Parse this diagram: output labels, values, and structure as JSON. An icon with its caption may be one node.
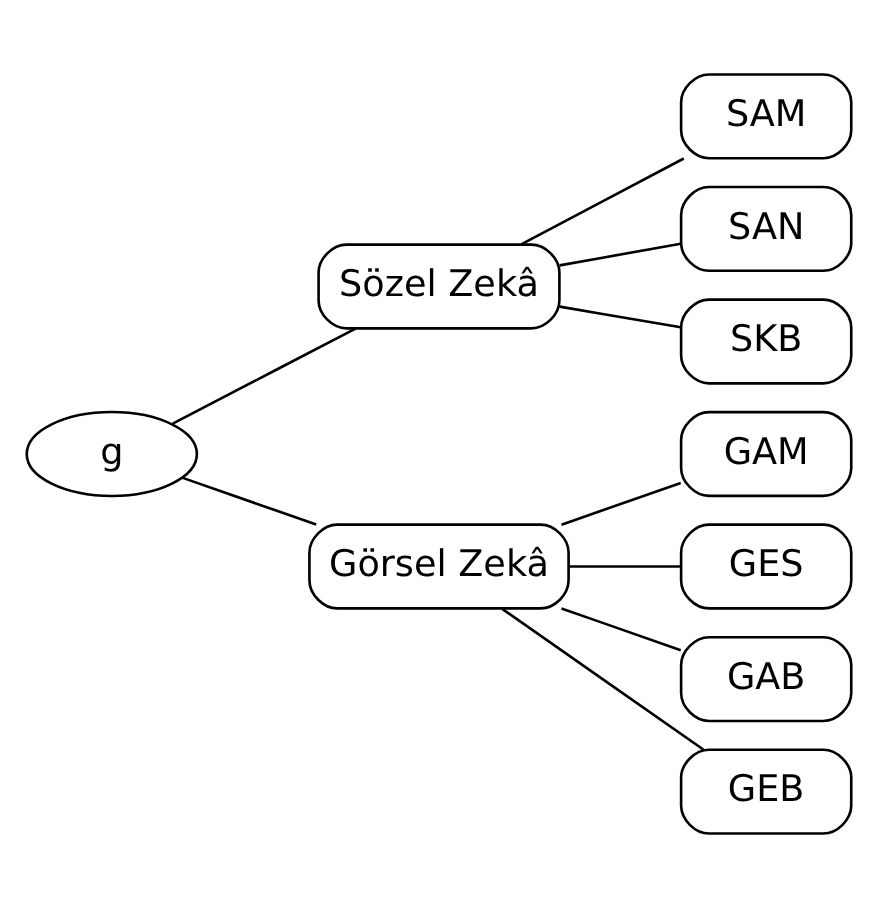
{
  "diagram": {
    "nodes": [
      {
        "text": [
          "g"
        ]
      },
      {
        "text": [
          "Sözel Zekâ"
        ]
      },
      {
        "text": [
          "Görsel Zekâ"
        ]
      },
      {
        "text": [
          "SAM"
        ]
      },
      {
        "text": [
          "SAN"
        ]
      },
      {
        "text": [
          "SKB"
        ]
      },
      {
        "text": [
          "GAM"
        ]
      },
      {
        "text": [
          "GES"
        ]
      },
      {
        "text": [
          "GAB"
        ]
      },
      {
        "text": [
          "GEB"
        ]
      }
    ],
    "edges": [
      {
        "from": 0,
        "to": 1,
        "arrow": "none"
      },
      {
        "from": 0,
        "to": 2,
        "arrow": "none"
      },
      {
        "from": 1,
        "to": 3,
        "arrow": "none"
      },
      {
        "from": 1,
        "to": 4,
        "arrow": "none"
      },
      {
        "from": 1,
        "to": 5,
        "arrow": "none"
      },
      {
        "from": 2,
        "to": 6,
        "arrow": "none"
      },
      {
        "from": 2,
        "to": 7,
        "arrow": "none"
      },
      {
        "from": 2,
        "to": 8,
        "arrow": "none"
      },
      {
        "from": 2,
        "to": 9,
        "arrow": "none"
      }
    ]
  }
}
